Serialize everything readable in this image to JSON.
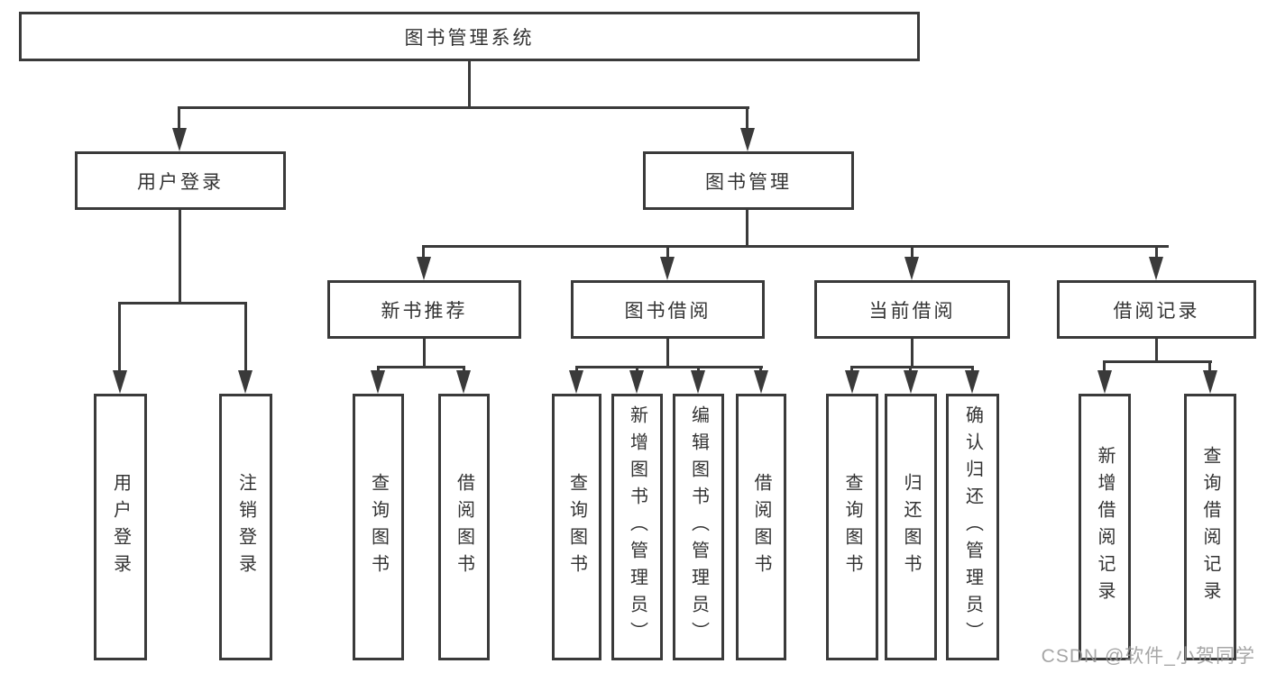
{
  "tree": {
    "root": {
      "label": "图书管理系统"
    },
    "branches": [
      {
        "label": "用户登录",
        "children": [
          {
            "label": "用户登录"
          },
          {
            "label": "注销登录"
          }
        ]
      },
      {
        "label": "图书管理",
        "children": [
          {
            "label": "新书推荐",
            "children": [
              {
                "label": "查询图书"
              },
              {
                "label": "借阅图书"
              }
            ]
          },
          {
            "label": "图书借阅",
            "children": [
              {
                "label": "查询图书"
              },
              {
                "label": "新增图书（管理员）"
              },
              {
                "label": "编辑图书（管理员）"
              },
              {
                "label": "借阅图书"
              }
            ]
          },
          {
            "label": "当前借阅",
            "children": [
              {
                "label": "查询图书"
              },
              {
                "label": "归还图书"
              },
              {
                "label": "确认归还（管理员）"
              }
            ]
          },
          {
            "label": "借阅记录",
            "children": [
              {
                "label": "新增借阅记录"
              },
              {
                "label": "查询借阅记录"
              }
            ]
          }
        ]
      }
    ]
  },
  "watermark": {
    "text": "CSDN @软件_小贺同学"
  },
  "colors": {
    "line": "#3a3a3a",
    "text": "#333333",
    "watermark": "#969696"
  }
}
